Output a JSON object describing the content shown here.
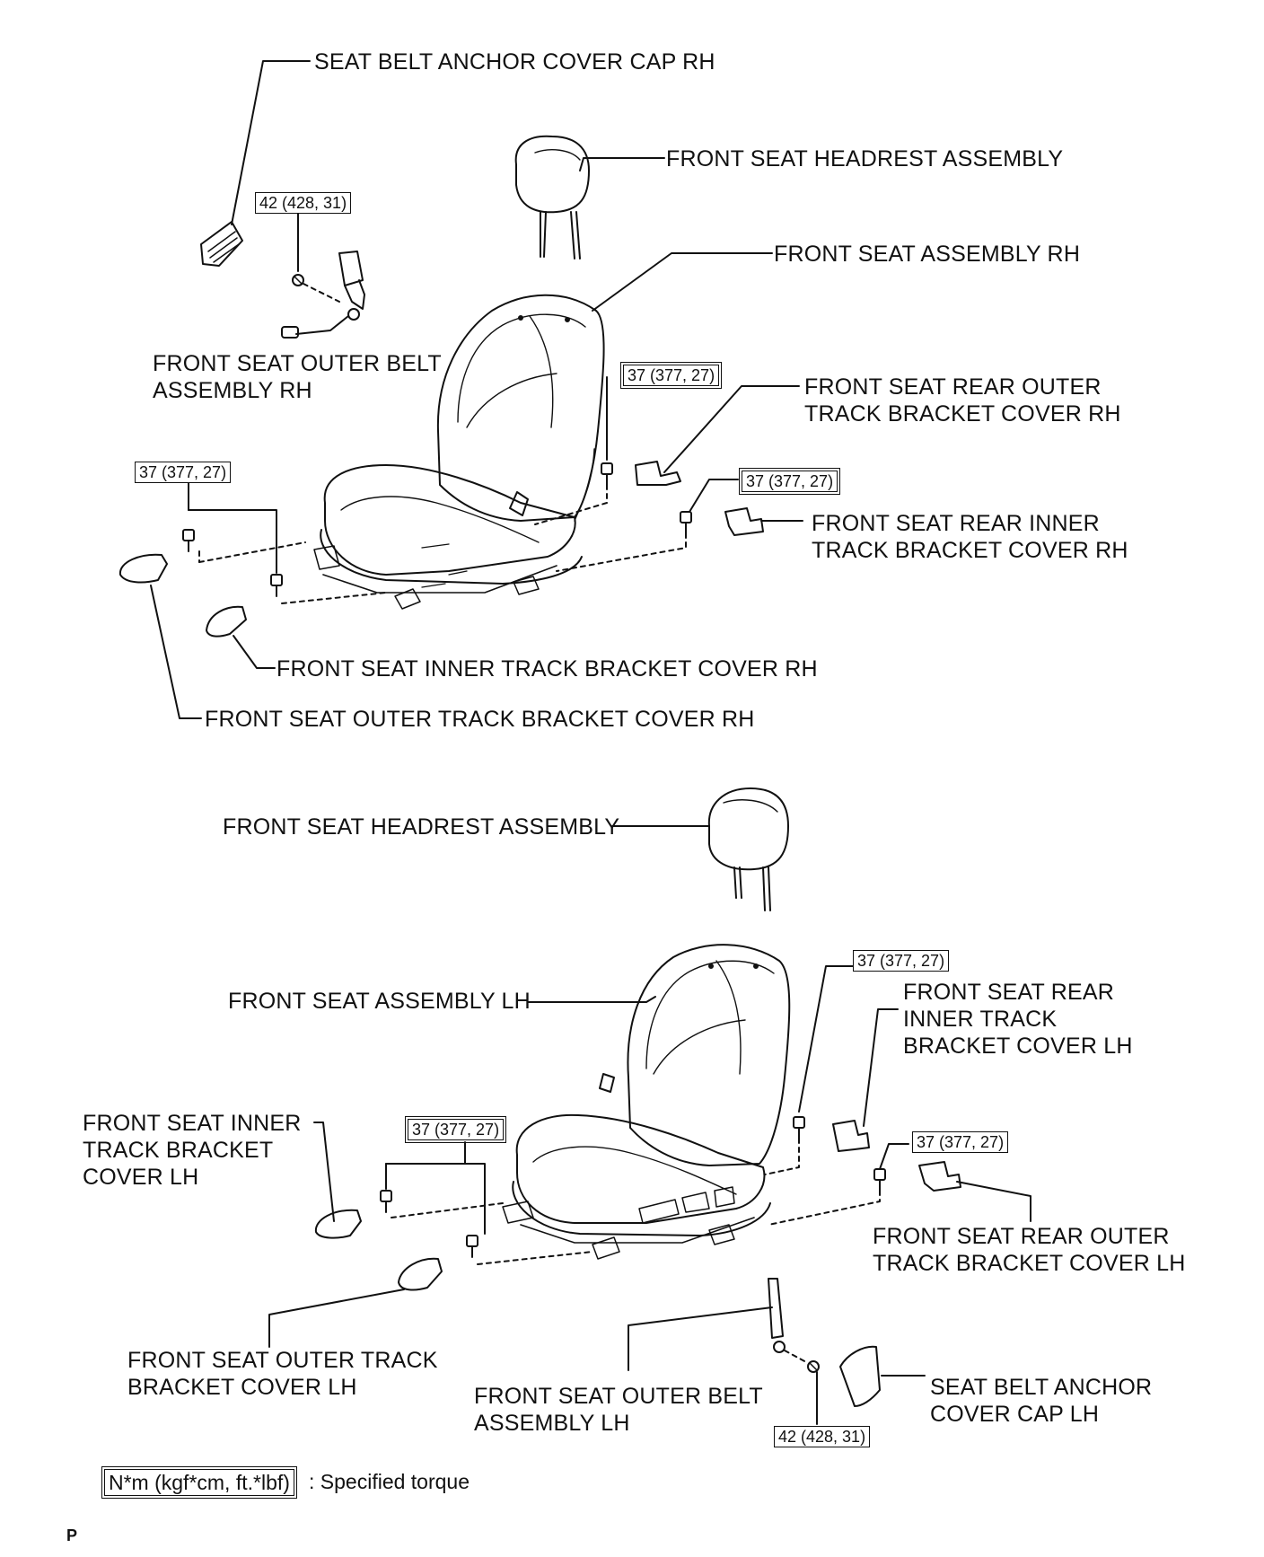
{
  "labels": {
    "seat_belt_anchor_cover_cap_rh": "SEAT BELT ANCHOR COVER CAP RH",
    "front_seat_headrest_assembly_rh": "FRONT SEAT HEADREST ASSEMBLY",
    "front_seat_assembly_rh": "FRONT SEAT ASSEMBLY RH",
    "front_seat_outer_belt_assembly_rh": [
      "FRONT SEAT OUTER BELT",
      "ASSEMBLY RH"
    ],
    "front_seat_rear_outer_track_bracket_cover_rh": [
      "FRONT SEAT REAR OUTER",
      "TRACK BRACKET COVER RH"
    ],
    "front_seat_rear_inner_track_bracket_cover_rh": [
      "FRONT SEAT REAR INNER",
      "TRACK BRACKET COVER RH"
    ],
    "front_seat_inner_track_bracket_cover_rh": "FRONT SEAT INNER TRACK BRACKET COVER RH",
    "front_seat_outer_track_bracket_cover_rh": "FRONT SEAT OUTER TRACK BRACKET COVER RH",
    "front_seat_headrest_assembly_lh": "FRONT SEAT HEADREST ASSEMBLY",
    "front_seat_assembly_lh": "FRONT SEAT ASSEMBLY LH",
    "front_seat_rear_inner_track_bracket_cover_lh": [
      "FRONT SEAT REAR",
      "INNER TRACK",
      "BRACKET COVER LH"
    ],
    "front_seat_inner_track_bracket_cover_lh": [
      "FRONT SEAT INNER",
      "TRACK BRACKET",
      "COVER LH"
    ],
    "front_seat_rear_outer_track_bracket_cover_lh": [
      "FRONT SEAT REAR OUTER",
      "TRACK BRACKET COVER LH"
    ],
    "front_seat_outer_track_bracket_cover_lh": [
      "FRONT SEAT OUTER TRACK",
      "BRACKET COVER LH"
    ],
    "front_seat_outer_belt_assembly_lh": [
      "FRONT SEAT OUTER BELT",
      "ASSEMBLY LH"
    ],
    "seat_belt_anchor_cover_cap_lh": [
      "SEAT BELT ANCHOR",
      "COVER CAP LH"
    ]
  },
  "torques": {
    "belt_anchor_bolt_rh": "42 (428, 31)",
    "rear_outer_bolt_rh": "37 (377, 27)",
    "rear_inner_bolt_rh": "37 (377, 27)",
    "front_bolts_rh": "37 (377, 27)",
    "rear_outer_bolt_lh": "37 (377, 27)",
    "front_bolts_lh": "37 (377, 27)",
    "rear_inner_bolt_lh": "37 (377, 27)",
    "belt_anchor_bolt_lh": "42 (428, 31)"
  },
  "legend": {
    "box": "N*m (kgf*cm, ft.*lbf)",
    "text": ": Specified torque"
  },
  "corner_mark": "P"
}
